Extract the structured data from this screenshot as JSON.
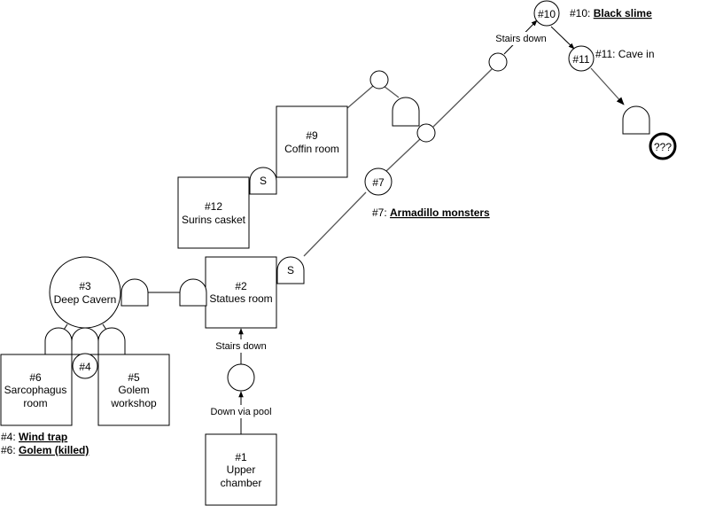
{
  "rooms": {
    "r1": {
      "line1": "#1",
      "line2": "Upper",
      "line3": "chamber"
    },
    "r2": {
      "line1": "#2",
      "line2": "Statues room"
    },
    "r3": {
      "line1": "#3",
      "line2": "Deep Cavern"
    },
    "r5": {
      "line1": "#5",
      "line2": "Golem",
      "line3": "workshop"
    },
    "r6": {
      "line1": "#6",
      "line2": "Sarcophagus",
      "line3": "room"
    },
    "r9": {
      "line1": "#9",
      "line2": "Coffin room"
    },
    "r12": {
      "line1": "#12",
      "line2": "Surins casket"
    }
  },
  "nodes": {
    "n4": "#4",
    "n7": "#7",
    "n10": "#10",
    "n11": "#11",
    "unknown": "???"
  },
  "doors": {
    "secret_r12": "S",
    "secret_r2": "S"
  },
  "edge_labels": {
    "pool": "Down via pool",
    "stairs_r2": "Stairs down",
    "stairs_n10": "Stairs down"
  },
  "notes": {
    "n10": {
      "prefix": "#10: ",
      "link": "Black slime"
    },
    "n11": {
      "text": "#11: Cave in"
    },
    "n7": {
      "prefix": "#7: ",
      "link": "Armadillo monsters"
    },
    "n4": {
      "prefix": "#4: ",
      "link": "Wind trap"
    },
    "n6": {
      "prefix": "#6: ",
      "link": "Golem (killed)"
    }
  }
}
